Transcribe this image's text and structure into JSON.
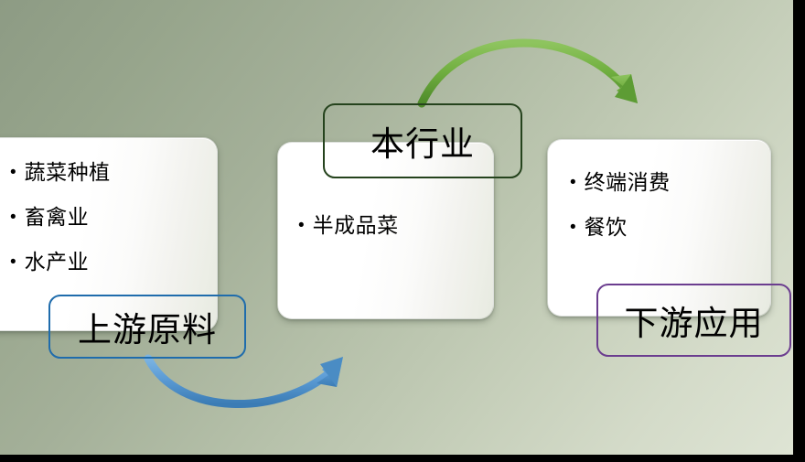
{
  "slide": {
    "background_top_color": "#8d9b84",
    "background_bottom_color": "#dee4d4"
  },
  "cards": [
    {
      "id": "upstream",
      "bullets": [
        "蔬菜种植",
        "畜禽业",
        "水产业"
      ]
    },
    {
      "id": "industry",
      "bullets": [
        "半成品菜"
      ]
    },
    {
      "id": "downstream",
      "bullets": [
        "终端消费",
        "餐饮"
      ]
    }
  ],
  "captions": {
    "upstream": {
      "label": "上游原料",
      "border_color": "#1f6cac"
    },
    "industry": {
      "label": "本行业",
      "border_color": "#25431d"
    },
    "downstream": {
      "label": "下游应用",
      "border_color": "#6b3d8f"
    }
  },
  "arrows": {
    "green": {
      "name": "industry-to-downstream-arrow",
      "color": "#6aab3e",
      "direction": "left-to-right-over-top"
    },
    "blue": {
      "name": "upstream-to-industry-arrow",
      "color": "#5b9bd5",
      "direction": "left-to-right-under-bottom"
    }
  },
  "bullet_glyph": "•"
}
